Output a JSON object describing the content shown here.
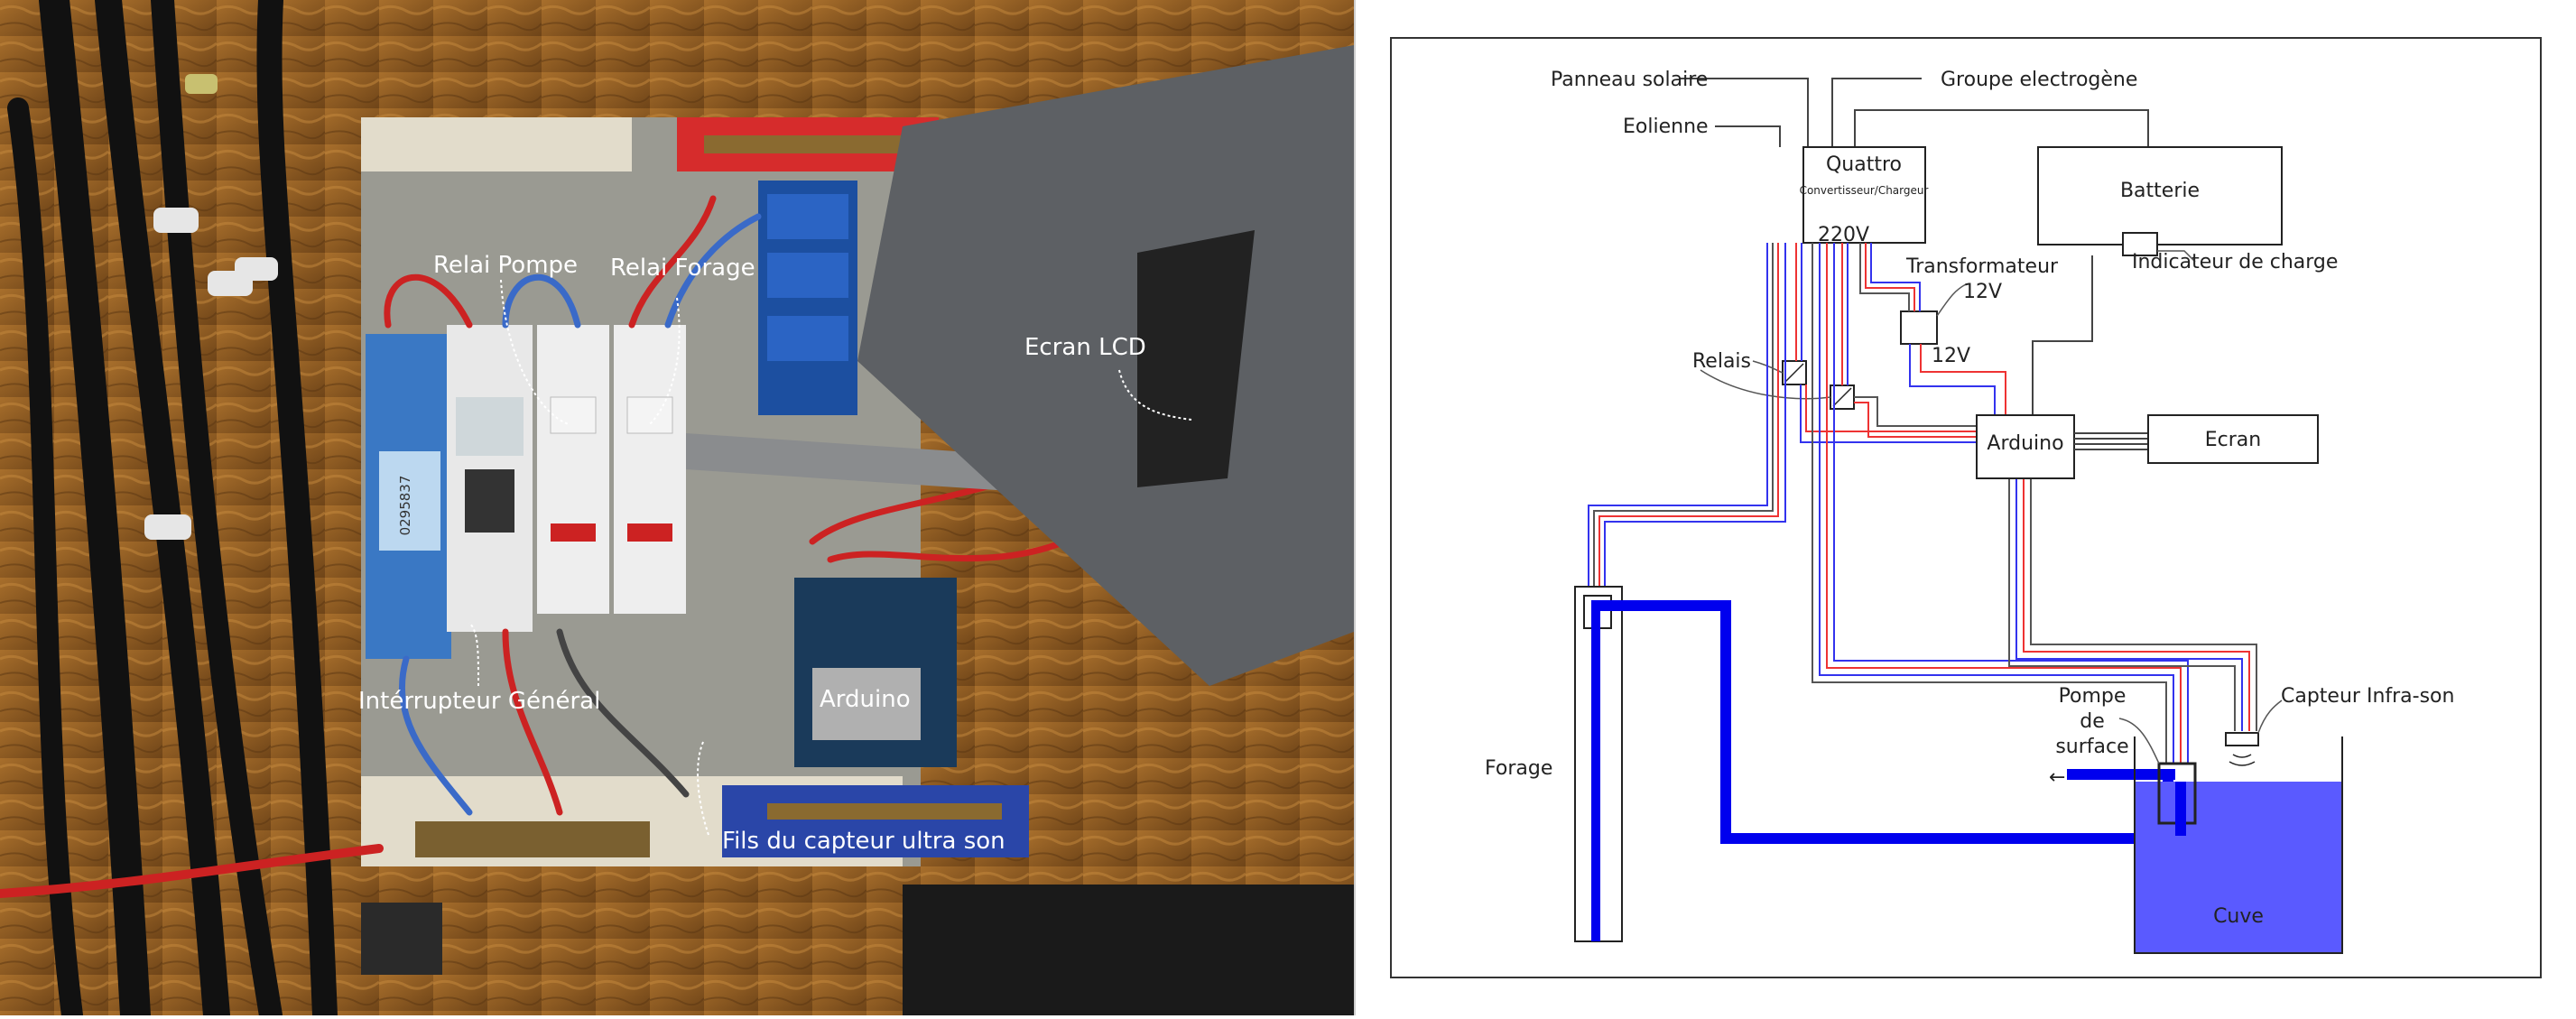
{
  "photo": {
    "labels": {
      "relai_pompe": "Relai Pompe",
      "relai_forage": "Relai Forage",
      "ecran_lcd": "Ecran LCD",
      "interrupteur": "Intérrupteur Général",
      "arduino": "Arduino",
      "fils_capteur": "Fils du capteur ultra son"
    },
    "meter_display": "0295837"
  },
  "diagram": {
    "labels": {
      "panneau_solaire": "Panneau solaire",
      "eolienne": "Eolienne",
      "groupe": "Groupe electrogène",
      "quattro": "Quattro",
      "quattro_sub": "Convertisseur/Chargeur",
      "v220": "220V",
      "batterie": "Batterie",
      "indicateur": "Indicateur de charge",
      "transformateur": "Transformateur",
      "v12a": "12V",
      "v12b": "12V",
      "relais": "Relais",
      "arduino": "Arduino",
      "ecran": "Ecran",
      "forage": "Forage",
      "pompe1": "Pompe",
      "pompe2": "de",
      "pompe3": "surface",
      "capteur": "Capteur Infra-son",
      "cuve": "Cuve",
      "arrow": "←"
    },
    "colors": {
      "pipe": "#0000ee",
      "cuve_fill": "#5a5aff",
      "wire_red": "#ee3333",
      "wire_blue": "#3333ee",
      "wire_grey": "#555555"
    }
  }
}
